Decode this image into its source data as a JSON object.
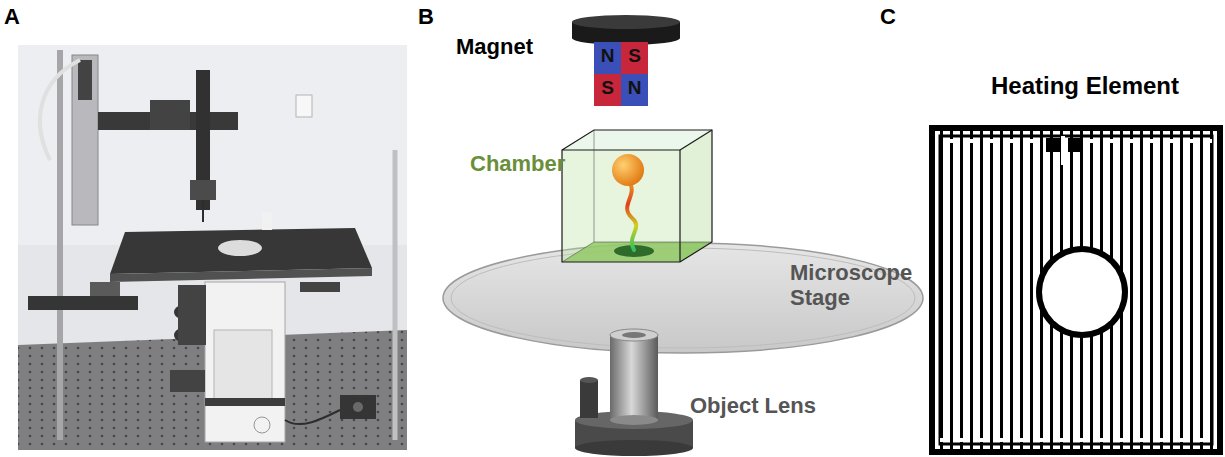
{
  "diagram": {
    "labels": [
      "A",
      "B",
      "C",
      "Magnet",
      "N",
      "S",
      "S",
      "N",
      "Chamber",
      "Microscope Stage",
      "Object Lens",
      "Heating Element"
    ]
  }
}
